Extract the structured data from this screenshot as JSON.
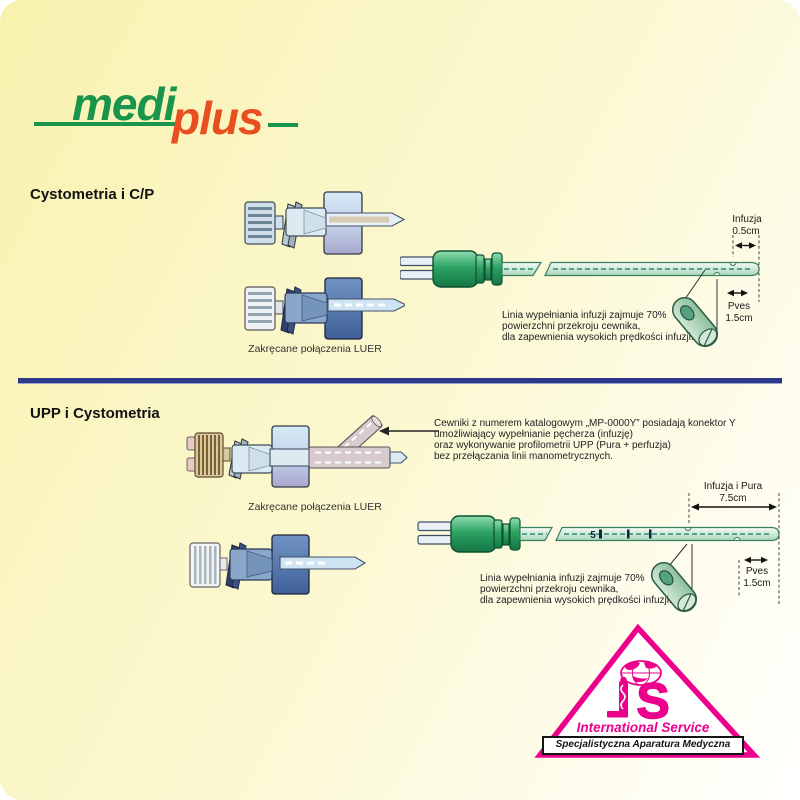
{
  "logo": {
    "medi": "medi",
    "plus": "plus"
  },
  "section1": {
    "title": "Cystometria i C/P",
    "luer_caption": "Zakręcane połączenia LUER",
    "note_lines": [
      "Linia wypełniania infuzji zajmuje 70%",
      "powierzchni przekroju cewnika,",
      "dla zapewnienia wysokich prędkości infuzji."
    ],
    "dim_top": {
      "label": "Infuzja",
      "value": "0.5cm"
    },
    "dim_bottom": {
      "label": "Pves",
      "value": "1.5cm"
    }
  },
  "section2": {
    "title": "UPP i Cystometria",
    "catalog_note_lines": [
      "Cewniki z numerem katalogowym „MP-0000Y” posiadają konektor Y",
      "umożliwiający wypełnianie pęcherza (infuzję)",
      "oraz wykonywanie profilometrii UPP (Pura + perfuzja)",
      "bez przełączania linii manometrycznych."
    ],
    "luer_caption": "Zakręcane połączenia LUER",
    "note_lines": [
      "Linia wypełniania infuzji zajmuje 70%",
      "powierzchni przekroju cewnika,",
      "dla zapewnienia wysokich prędkości infuzji."
    ],
    "dim_top": {
      "label": "Infuzja i Pura",
      "value": "7.5cm"
    },
    "dim_bottom": {
      "label": "Pves",
      "value": "1.5cm"
    },
    "scale_mark": "5"
  },
  "footer_logo": {
    "monogram": "S",
    "line1": "International Service",
    "line2": "Specjalistyczna Aparatura Medyczna"
  },
  "colors": {
    "brand_green": "#18954B",
    "brand_red": "#E84E1F",
    "divider_navy": "#2D3A8C",
    "magenta": "#EC008C",
    "catheter_green": "#2CA363"
  }
}
